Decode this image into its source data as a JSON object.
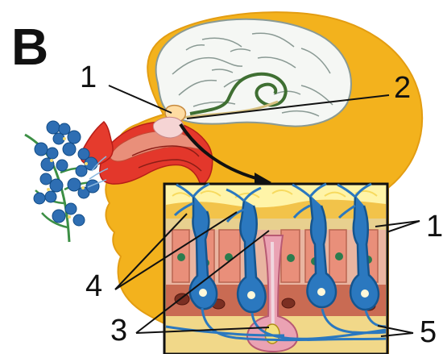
{
  "panel_letter": "B",
  "labels": {
    "l1_top": "1",
    "l2": "2",
    "l1_right": "1",
    "l4": "4",
    "l3": "3",
    "l5": "5"
  },
  "colors": {
    "head": "#f3b21d",
    "brain": "#f5f7f4",
    "brain_line": "#8a9a94",
    "olfactory_bulb": "#d6c080",
    "limbic_path": "#3f6f32",
    "nasal_cavity": "#e3372b",
    "mucosa": "#e98f7a",
    "flower": "#2e6eb3",
    "neuron": "#2b78bf",
    "inset_bg": "#e8d08f",
    "inset_cells": "#c96b53"
  }
}
